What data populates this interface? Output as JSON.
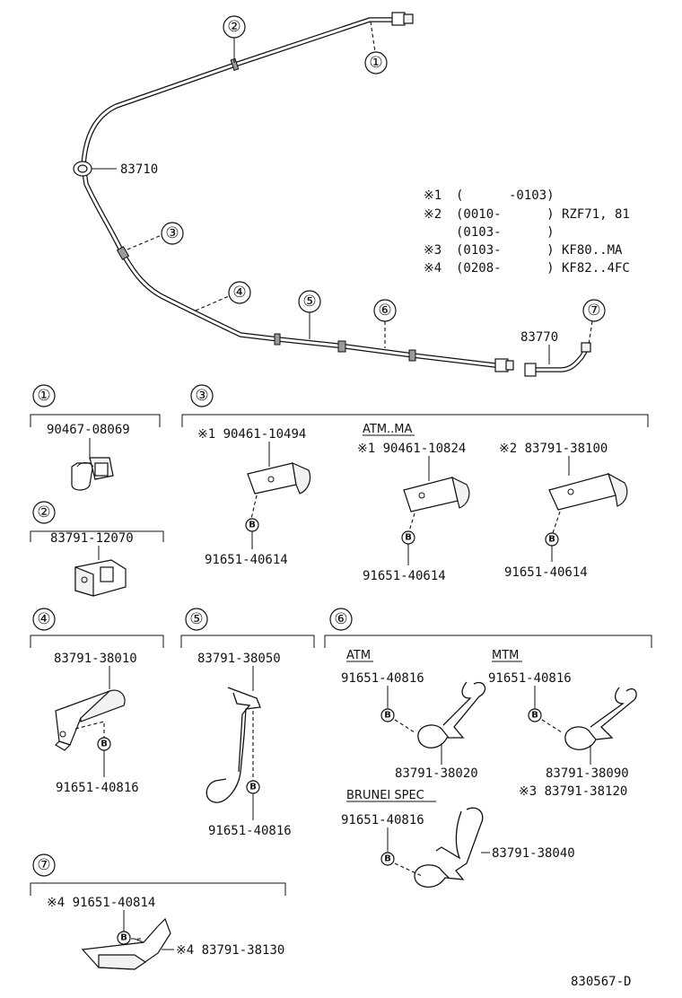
{
  "callouts": {
    "c1": "①",
    "c2": "②",
    "c3": "③",
    "c4": "④",
    "c5": "⑤",
    "c6": "⑥",
    "c7": "⑦"
  },
  "main": {
    "label_83710": "83710",
    "label_83770": "83770"
  },
  "notes": [
    {
      "mark": "※1",
      "range": "(      -0103)",
      "model": ""
    },
    {
      "mark": "※2",
      "range": "(0010-      )",
      "model": "RZF71, 81"
    },
    {
      "mark": "",
      "range": "(0103-      )",
      "model": ""
    },
    {
      "mark": "※3",
      "range": "(0103-      )",
      "model": "KF80..MA"
    },
    {
      "mark": "※4",
      "range": "(0208-      )",
      "model": "KF82..4FC"
    }
  ],
  "bolt_tag": "B",
  "panels": {
    "p1": {
      "part": "90467-08069"
    },
    "p2": {
      "part": "83791-12070"
    },
    "p3": {
      "a_part": "※1 90461-10494",
      "a_bolt": "91651-40614",
      "b_header": "ATM..MA",
      "b_part": "※1 90461-10824",
      "b_bolt": "91651-40614",
      "c_part": "※2 83791-38100",
      "c_bolt": "91651-40614"
    },
    "p4": {
      "part": "83791-38010",
      "bolt": "91651-40816"
    },
    "p5": {
      "part": "83791-38050",
      "bolt": "91651-40816"
    },
    "p6": {
      "atm_header": "ATM",
      "atm_bolt": "91651-40816",
      "atm_part": "83791-38020",
      "mtm_header": "MTM",
      "mtm_bolt": "91651-40816",
      "mtm_part": "83791-38090",
      "mtm_part2": "※3 83791-38120",
      "brunei_header": "BRUNEI SPEC",
      "brunei_bolt": "91651-40816",
      "brunei_part": "83791-38040"
    },
    "p7": {
      "bolt": "※4 91651-40814",
      "part": "※4 83791-38130"
    }
  },
  "diagram_code": "830567-D"
}
